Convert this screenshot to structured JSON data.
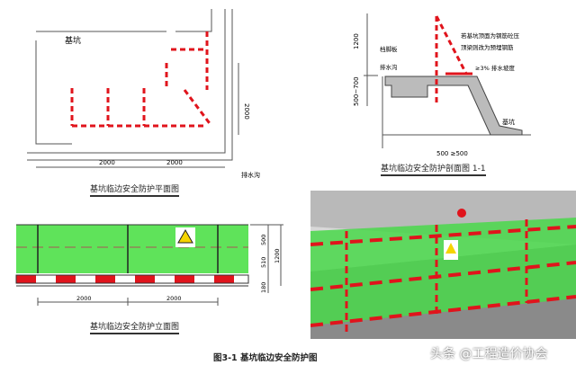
{
  "plan": {
    "title": "基坑临边安全防护平面图",
    "pit_label": "基坑",
    "ditch_label": "排水沟",
    "dim_h1": "2000",
    "dim_h2": "2000",
    "dim_v": "2000"
  },
  "section": {
    "title": "基坑临边安全防护剖面图 1-1",
    "dim_top": "1200",
    "dim_bottom": "500~700",
    "toe_board": "档脚板",
    "ditch": "排水沟",
    "note_line1": "若基坑顶面为钢筋砼压",
    "note_line2": "顶梁则改为预埋钢筋",
    "slope": "≥3% 排水坡度",
    "pit": "基坑",
    "dim_base": "500 ≥500"
  },
  "elevation": {
    "title": "基坑临边安全防护立面图",
    "dim_500": "500",
    "dim_510": "510",
    "dim_1200": "1200",
    "dim_100": "180",
    "dim_w1": "2000",
    "dim_w2": "2000"
  },
  "caption": "图3-1 基坑临边安全防护图",
  "watermark": "头条 @工程造价协会",
  "colors": {
    "red": "#e0141c",
    "green": "#5fe35a",
    "line": "#444"
  }
}
